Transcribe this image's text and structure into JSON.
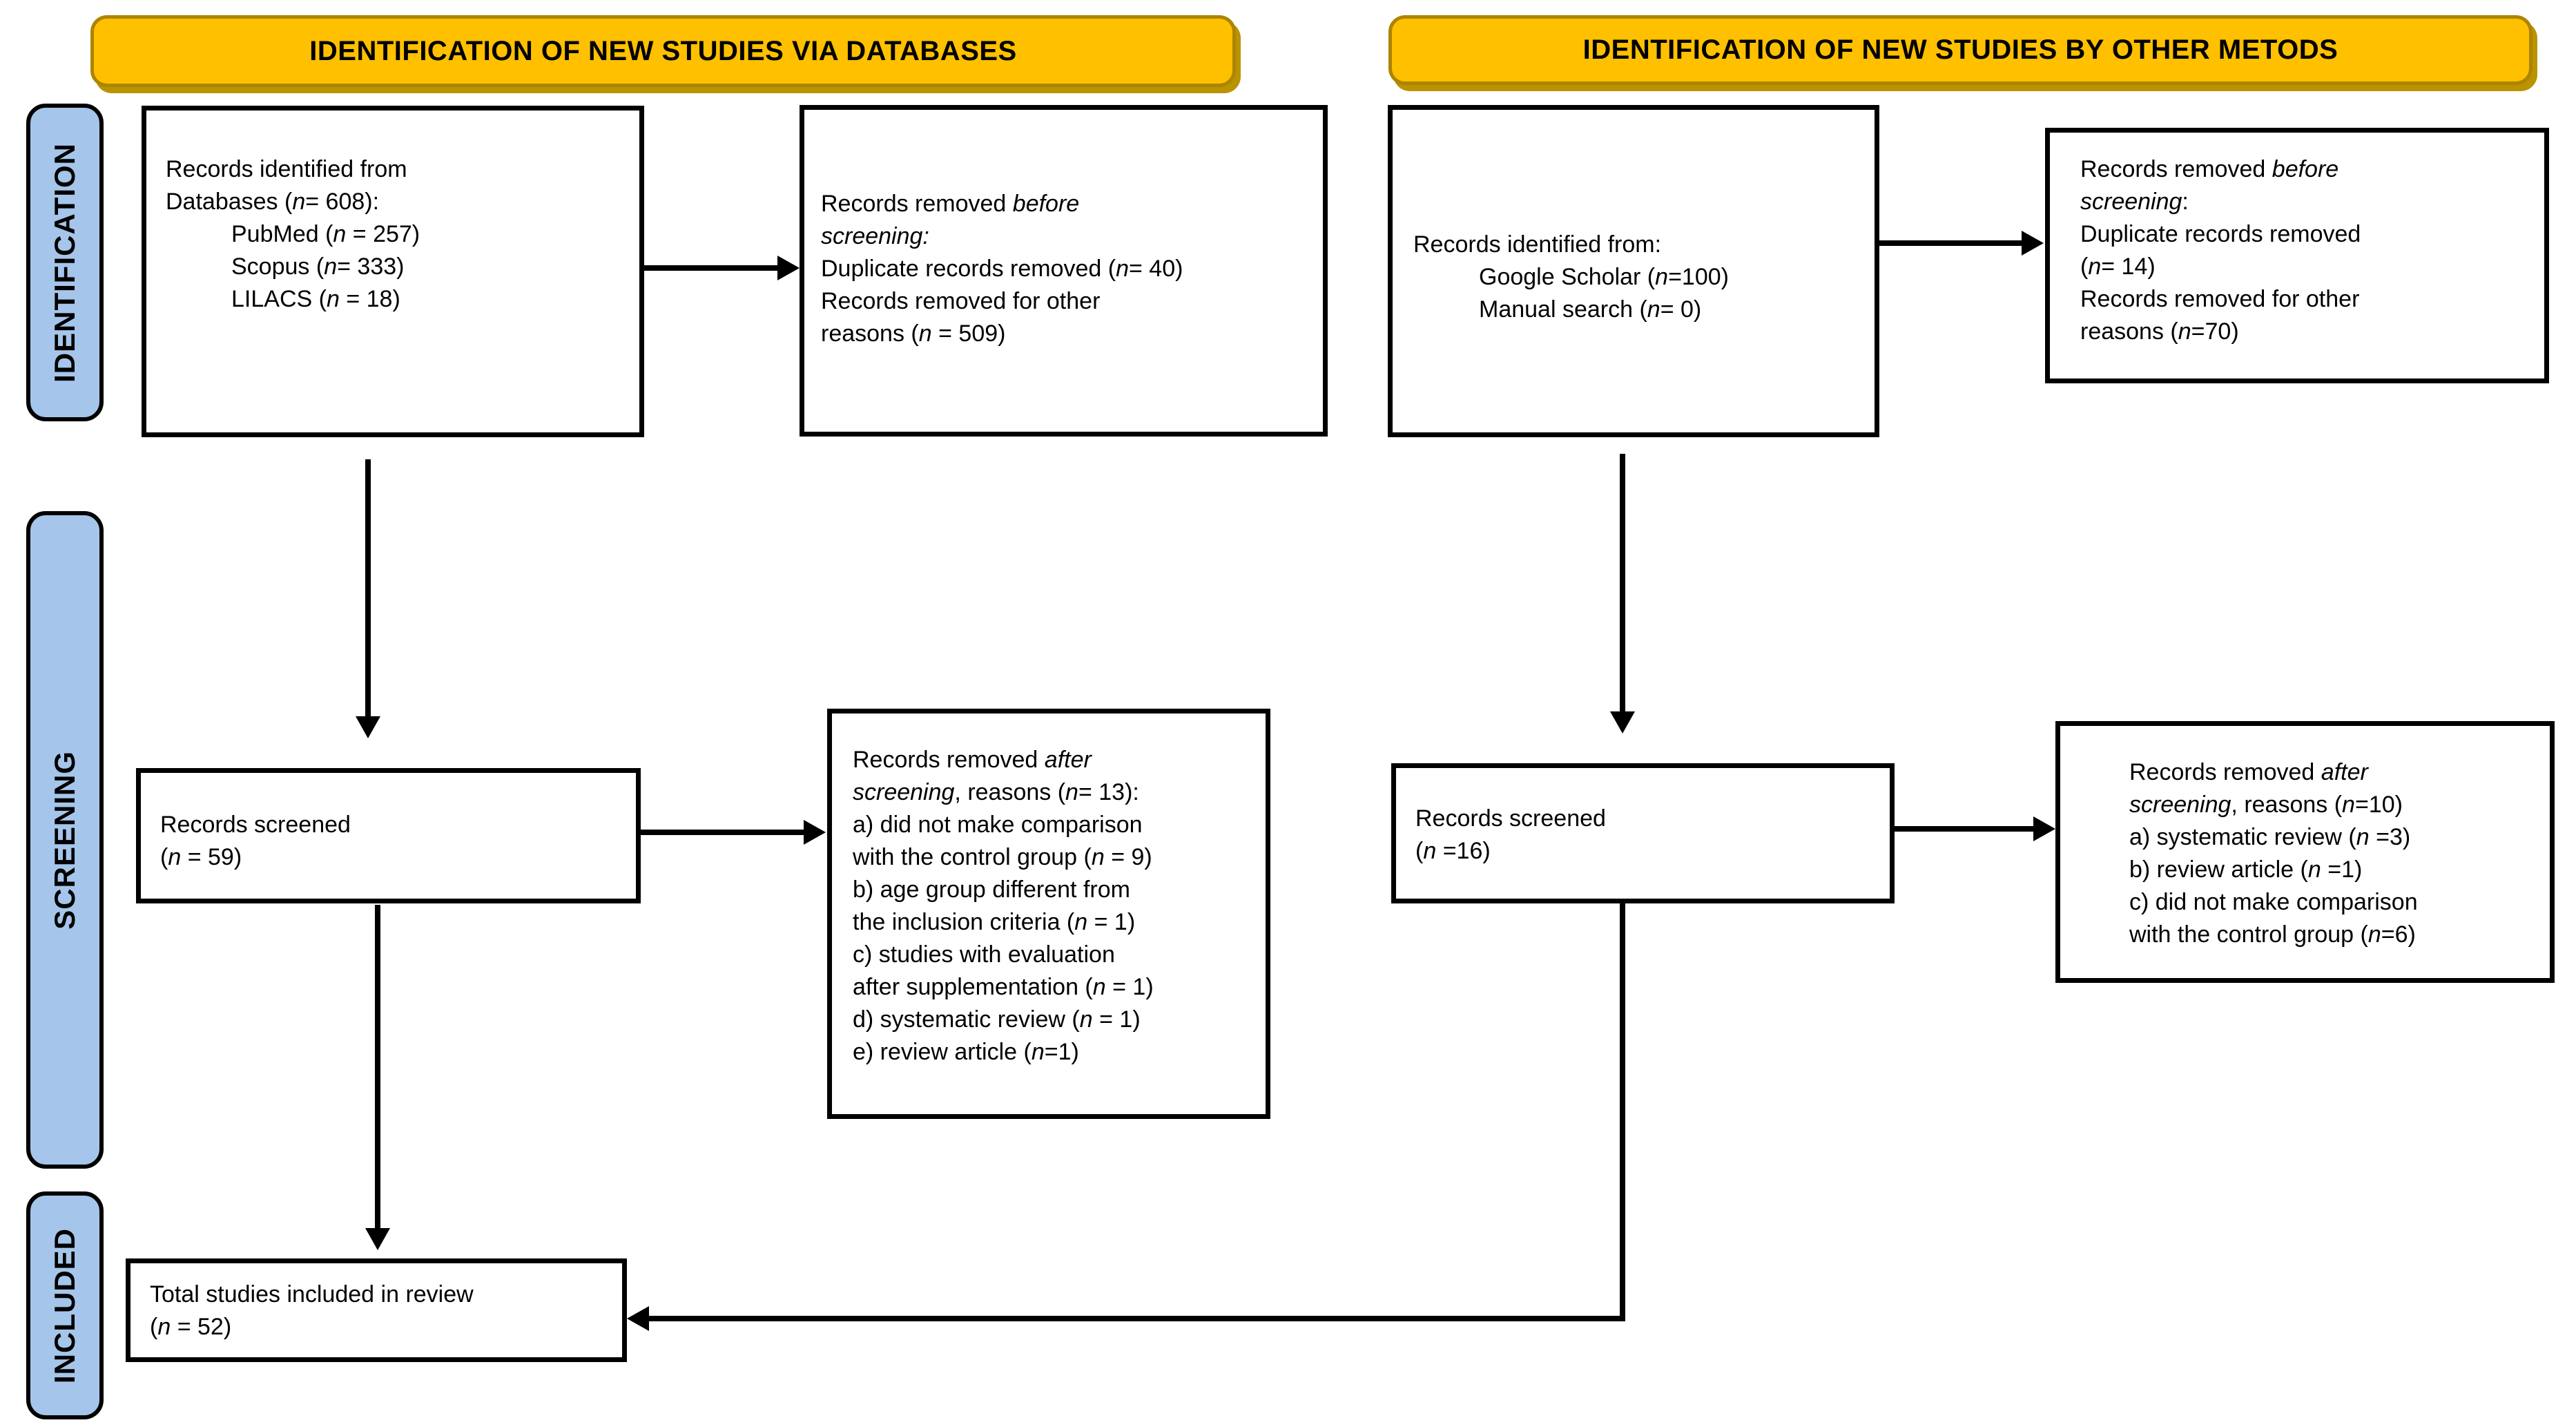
{
  "banners": {
    "left": "IDENTIFICATION OF NEW STUDIES VIA DATABASES",
    "right": "IDENTIFICATION OF NEW STUDIES BY OTHER METODS"
  },
  "stages": {
    "identification": "IDENTIFICATION",
    "screening": "SCREENING",
    "included": "INCLUDED"
  },
  "colors": {
    "banner_fill": "#FFC000",
    "banner_border": "#AD8400",
    "stage_fill": "#A5C6EA",
    "box_border": "#000000",
    "text": "#000000"
  },
  "boxes": {
    "db_identified": [
      {
        "seg": [
          {
            "t": "Records identified from"
          }
        ]
      },
      {
        "seg": [
          {
            "t": "Databases ("
          },
          {
            "t": "n",
            "i": true
          },
          {
            "t": "= 608):"
          }
        ]
      },
      {
        "ind": true,
        "seg": [
          {
            "t": "PubMed ("
          },
          {
            "t": "n",
            "i": true
          },
          {
            "t": " = 257)"
          }
        ]
      },
      {
        "ind": true,
        "seg": [
          {
            "t": "Scopus ("
          },
          {
            "t": "n",
            "i": true
          },
          {
            "t": "= 333)"
          }
        ]
      },
      {
        "ind": true,
        "seg": [
          {
            "t": "LILACS ("
          },
          {
            "t": "n",
            "i": true
          },
          {
            "t": " = 18)"
          }
        ]
      }
    ],
    "db_removed_before": [
      {
        "seg": [
          {
            "t": "Records removed "
          },
          {
            "t": "before",
            "i": true
          }
        ]
      },
      {
        "seg": [
          {
            "t": "screening:",
            "i": true
          }
        ]
      },
      {
        "seg": [
          {
            "t": "Duplicate records removed ("
          },
          {
            "t": "n",
            "i": true
          },
          {
            "t": "= 40)"
          }
        ]
      },
      {
        "seg": [
          {
            "t": "Records removed for other"
          }
        ]
      },
      {
        "seg": [
          {
            "t": "reasons ("
          },
          {
            "t": "n",
            "i": true
          },
          {
            "t": " = 509)"
          }
        ]
      }
    ],
    "other_identified": [
      {
        "seg": [
          {
            "t": "Records identified from:"
          }
        ]
      },
      {
        "ind": true,
        "seg": [
          {
            "t": "Google Scholar ("
          },
          {
            "t": "n",
            "i": true
          },
          {
            "t": "=100)"
          }
        ]
      },
      {
        "ind": true,
        "seg": [
          {
            "t": "Manual search ("
          },
          {
            "t": "n",
            "i": true
          },
          {
            "t": "= 0)"
          }
        ]
      }
    ],
    "other_removed_before": [
      {
        "seg": [
          {
            "t": "Records removed "
          },
          {
            "t": "before",
            "i": true
          }
        ]
      },
      {
        "seg": [
          {
            "t": "screening",
            "i": true
          },
          {
            "t": ":"
          }
        ]
      },
      {
        "seg": [
          {
            "t": "Duplicate records removed"
          }
        ]
      },
      {
        "seg": [
          {
            "t": "("
          },
          {
            "t": "n",
            "i": true
          },
          {
            "t": "= 14)"
          }
        ]
      },
      {
        "seg": [
          {
            "t": "Records removed for other"
          }
        ]
      },
      {
        "seg": [
          {
            "t": "reasons ("
          },
          {
            "t": "n",
            "i": true
          },
          {
            "t": "=70)"
          }
        ]
      }
    ],
    "db_screened": [
      {
        "seg": [
          {
            "t": "Records screened"
          }
        ]
      },
      {
        "seg": [
          {
            "t": "("
          },
          {
            "t": "n",
            "i": true
          },
          {
            "t": " = 59)"
          }
        ]
      }
    ],
    "db_removed_after": [
      {
        "seg": [
          {
            "t": "Records removed "
          },
          {
            "t": "after",
            "i": true
          }
        ]
      },
      {
        "seg": [
          {
            "t": "screening",
            "i": true
          },
          {
            "t": ", reasons ("
          },
          {
            "t": "n",
            "i": true
          },
          {
            "t": "= 13):"
          }
        ]
      },
      {
        "seg": [
          {
            "t": "a) did not make comparison"
          }
        ]
      },
      {
        "seg": [
          {
            "t": "with the control group ("
          },
          {
            "t": "n",
            "i": true
          },
          {
            "t": " = 9)"
          }
        ]
      },
      {
        "seg": [
          {
            "t": "b) age group different from"
          }
        ]
      },
      {
        "seg": [
          {
            "t": "the inclusion criteria ("
          },
          {
            "t": "n",
            "i": true
          },
          {
            "t": " = 1)"
          }
        ]
      },
      {
        "seg": [
          {
            "t": "c) studies with evaluation"
          }
        ]
      },
      {
        "seg": [
          {
            "t": "after supplementation ("
          },
          {
            "t": "n",
            "i": true
          },
          {
            "t": " = 1)"
          }
        ]
      },
      {
        "seg": [
          {
            "t": "d) systematic review ("
          },
          {
            "t": "n",
            "i": true
          },
          {
            "t": " = 1)"
          }
        ]
      },
      {
        "seg": [
          {
            "t": "e) review article ("
          },
          {
            "t": "n",
            "i": true
          },
          {
            "t": "=1)"
          }
        ]
      }
    ],
    "other_screened": [
      {
        "seg": [
          {
            "t": "Records screened"
          }
        ]
      },
      {
        "seg": [
          {
            "t": "("
          },
          {
            "t": "n",
            "i": true
          },
          {
            "t": " =16)"
          }
        ]
      }
    ],
    "other_removed_after": [
      {
        "seg": [
          {
            "t": "Records removed "
          },
          {
            "t": "after",
            "i": true
          }
        ]
      },
      {
        "seg": [
          {
            "t": "screening",
            "i": true
          },
          {
            "t": ", reasons ("
          },
          {
            "t": "n",
            "i": true
          },
          {
            "t": "=10)"
          }
        ]
      },
      {
        "seg": [
          {
            "t": "a) systematic review ("
          },
          {
            "t": "n",
            "i": true
          },
          {
            "t": " =3)"
          }
        ]
      },
      {
        "seg": [
          {
            "t": "b) review article ("
          },
          {
            "t": "n",
            "i": true
          },
          {
            "t": " =1)"
          }
        ]
      },
      {
        "seg": [
          {
            "t": "c) did not make comparison"
          }
        ]
      },
      {
        "seg": [
          {
            "t": "with the control group ("
          },
          {
            "t": "n",
            "i": true
          },
          {
            "t": "=6)"
          }
        ]
      }
    ],
    "included_total": [
      {
        "seg": [
          {
            "t": "Total studies included in review"
          }
        ]
      },
      {
        "seg": [
          {
            "t": "("
          },
          {
            "t": "n",
            "i": true
          },
          {
            "t": " = 52)"
          }
        ]
      }
    ]
  }
}
